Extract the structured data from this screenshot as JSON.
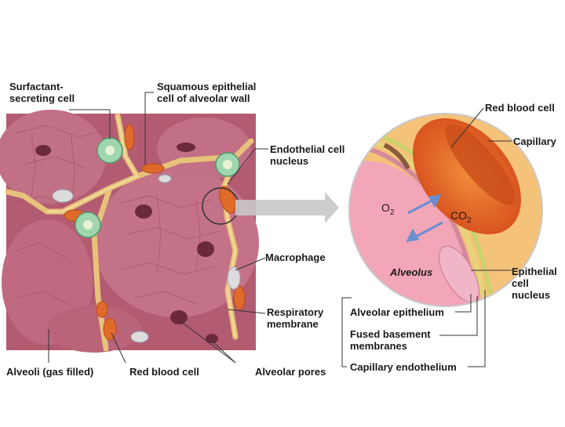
{
  "labels": {
    "surfactant": [
      "Surfactant-",
      "secreting cell"
    ],
    "squamous": [
      "Squamous epithelial",
      "cell of alveolar wall"
    ],
    "endothelial": [
      "Endothelial cell",
      "nucleus"
    ],
    "macrophage": "Macrophage",
    "respiratory": [
      "Respiratory",
      "membrane"
    ],
    "alveoli": "Alveoli (gas filled)",
    "rbc_left": "Red blood cell",
    "pores": "Alveolar pores",
    "rbc_right": "Red blood cell",
    "capillary": "Capillary",
    "epithelial_nucleus": [
      "Epithelial",
      "cell",
      "nucleus"
    ],
    "alveolar_epithelium": "Alveolar epithelium",
    "basement": [
      "Fused basement",
      "membranes"
    ],
    "cap_endothelium": "Capillary endothelium",
    "alveolus": "Alveolus",
    "o2": "O",
    "o2_sub": "2",
    "co2": "CO",
    "co2_sub": "2"
  },
  "colors": {
    "tissue": "#b0586e",
    "tissue_light": "#c97a8c",
    "alveolar_wall": "#e8c27a",
    "rbc": "#e06a2a",
    "capillary": "#f5c27a",
    "macrophage": "#dcdcdc",
    "surfactant_cell": "#9fd6b0",
    "arrow_blue": "#6a8fd0",
    "line": "#333333"
  }
}
